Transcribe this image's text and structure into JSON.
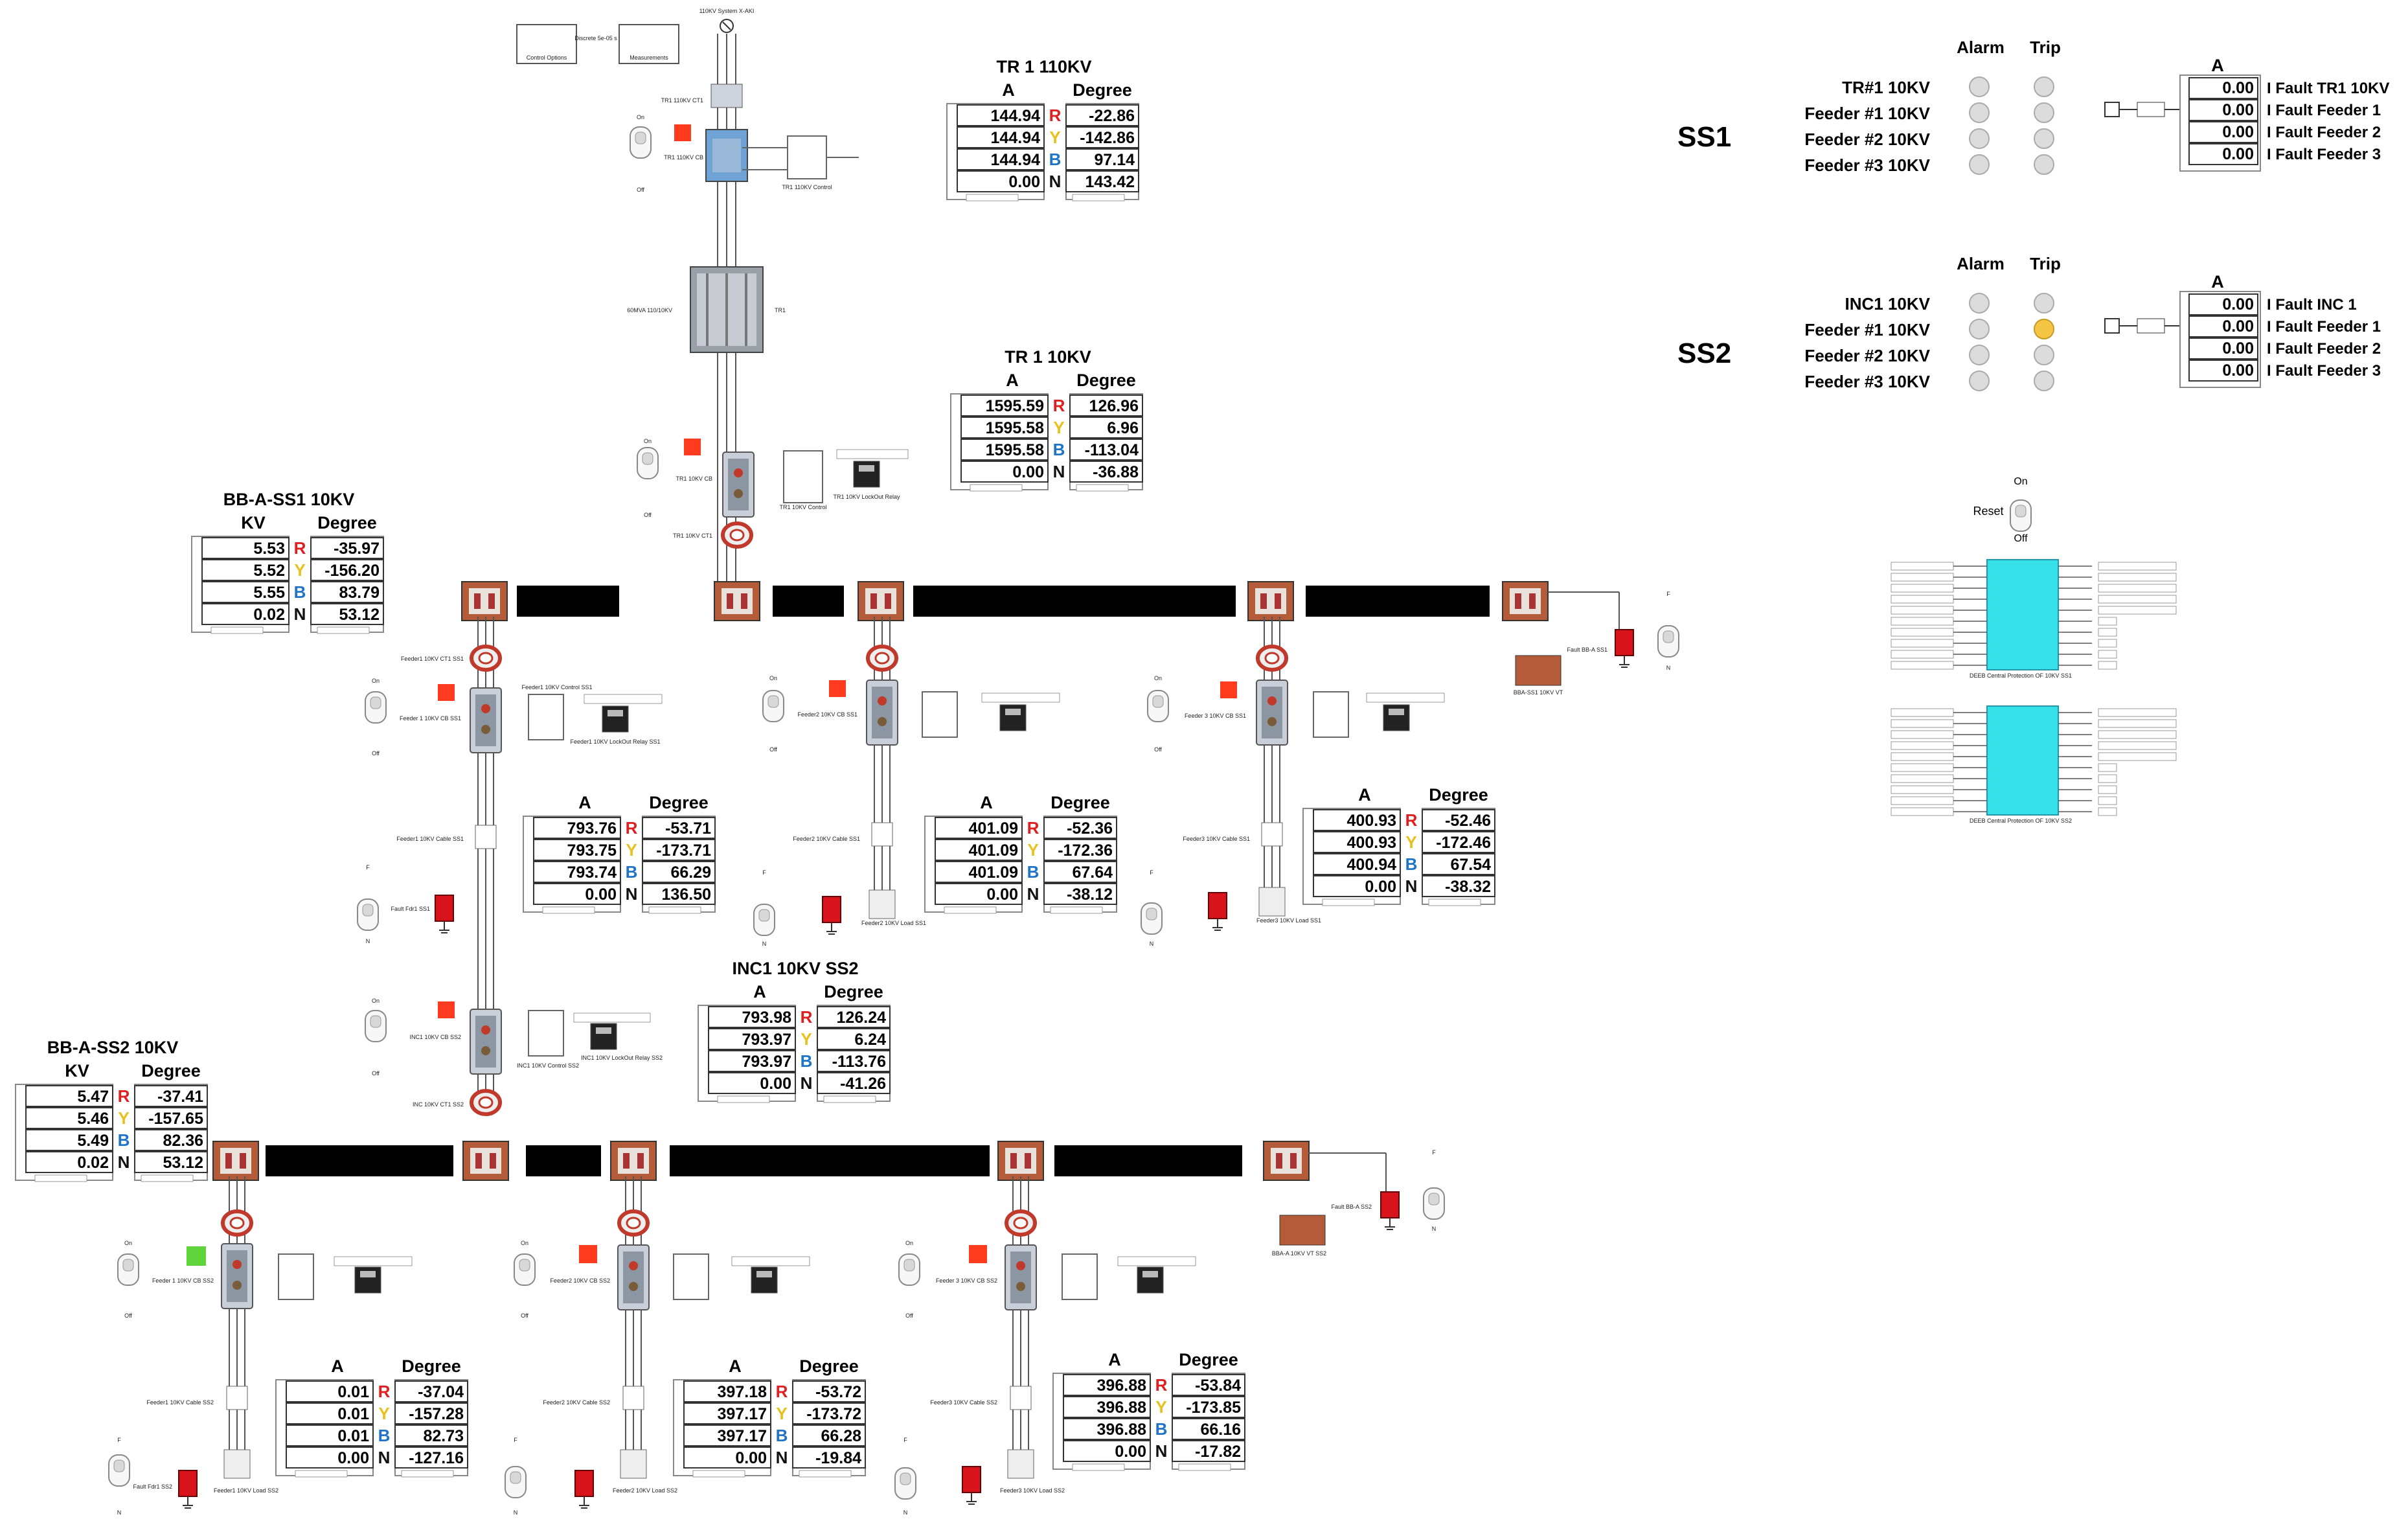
{
  "top": {
    "source_label": "110KV System X-AKI",
    "btn_control": "Control Options",
    "btn_meas": "Measurements",
    "discrete": "Discrete 5e-05 s"
  },
  "phases": [
    "R",
    "Y",
    "B",
    "N"
  ],
  "phase_colors": {
    "R": "#e02020",
    "Y": "#e8c21a",
    "B": "#1f74c9",
    "N": "#111111"
  },
  "meters": [
    {
      "id": "tr1-110kv",
      "title": "TR 1 110KV",
      "unit": "A",
      "deg": "Degree",
      "mag": [
        "144.94",
        "144.94",
        "144.94",
        "0.00"
      ],
      "ang": [
        "-22.86",
        "-142.86",
        "97.14",
        "143.42"
      ]
    },
    {
      "id": "tr1-10kv",
      "title": "TR 1 10KV",
      "unit": "A",
      "deg": "Degree",
      "mag": [
        "1595.59",
        "1595.58",
        "1595.58",
        "0.00"
      ],
      "ang": [
        "126.96",
        "6.96",
        "-113.04",
        "-36.88"
      ]
    },
    {
      "id": "bb-a-ss1",
      "title": "BB-A-SS1 10KV",
      "unit": "KV",
      "deg": "Degree",
      "mag": [
        "5.53",
        "5.52",
        "5.55",
        "0.02"
      ],
      "ang": [
        "-35.97",
        "-156.20",
        "83.79",
        "53.12"
      ]
    },
    {
      "id": "f1-ss1",
      "title": "",
      "unit": "A",
      "deg": "Degree",
      "mag": [
        "793.76",
        "793.75",
        "793.74",
        "0.00"
      ],
      "ang": [
        "-53.71",
        "-173.71",
        "66.29",
        "136.50"
      ]
    },
    {
      "id": "f2-ss1",
      "title": "",
      "unit": "A",
      "deg": "Degree",
      "mag": [
        "401.09",
        "401.09",
        "401.09",
        "0.00"
      ],
      "ang": [
        "-52.36",
        "-172.36",
        "67.64",
        "-38.12"
      ]
    },
    {
      "id": "f3-ss1",
      "title": "",
      "unit": "A",
      "deg": "Degree",
      "mag": [
        "400.93",
        "400.93",
        "400.94",
        "0.00"
      ],
      "ang": [
        "-52.46",
        "-172.46",
        "67.54",
        "-38.32"
      ]
    },
    {
      "id": "inc1-ss2",
      "title": "INC1 10KV SS2",
      "unit": "A",
      "deg": "Degree",
      "mag": [
        "793.98",
        "793.97",
        "793.97",
        "0.00"
      ],
      "ang": [
        "126.24",
        "6.24",
        "-113.76",
        "-41.26"
      ]
    },
    {
      "id": "bb-a-ss2",
      "title": "BB-A-SS2 10KV",
      "unit": "KV",
      "deg": "Degree",
      "mag": [
        "5.47",
        "5.46",
        "5.49",
        "0.02"
      ],
      "ang": [
        "-37.41",
        "-157.65",
        "82.36",
        "53.12"
      ]
    },
    {
      "id": "f1-ss2",
      "title": "",
      "unit": "A",
      "deg": "Degree",
      "mag": [
        "0.01",
        "0.01",
        "0.01",
        "0.00"
      ],
      "ang": [
        "-37.04",
        "-157.28",
        "82.73",
        "-127.16"
      ]
    },
    {
      "id": "f2-ss2",
      "title": "",
      "unit": "A",
      "deg": "Degree",
      "mag": [
        "397.18",
        "397.17",
        "397.17",
        "0.00"
      ],
      "ang": [
        "-53.72",
        "-173.72",
        "66.28",
        "-19.84"
      ]
    },
    {
      "id": "f3-ss2",
      "title": "",
      "unit": "A",
      "deg": "Degree",
      "mag": [
        "396.88",
        "396.88",
        "396.88",
        "0.00"
      ],
      "ang": [
        "-53.84",
        "-173.85",
        "66.16",
        "-17.82"
      ]
    }
  ],
  "status": {
    "alarm": "Alarm",
    "trip": "Trip",
    "ss1": {
      "name": "SS1",
      "rows": [
        "TR#1 10KV",
        "Feeder #1 10KV",
        "Feeder #2 10KV",
        "Feeder #3 10KV"
      ],
      "trip_lamps": [
        "off",
        "off",
        "off",
        "off"
      ],
      "fault_unit": "A",
      "fault_vals": [
        "0.00",
        "0.00",
        "0.00",
        "0.00"
      ],
      "fault_labels": [
        "I Fault TR1 10KV",
        "I Fault Feeder 1",
        "I Fault Feeder 2",
        "I Fault Feeder 3"
      ]
    },
    "ss2": {
      "name": "SS2",
      "rows": [
        "INC1 10KV",
        "Feeder #1 10KV",
        "Feeder #2 10KV",
        "Feeder #3 10KV"
      ],
      "trip_lamps": [
        "off",
        "on",
        "off",
        "off"
      ],
      "fault_unit": "A",
      "fault_vals": [
        "0.00",
        "0.00",
        "0.00",
        "0.00"
      ],
      "fault_labels": [
        "I Fault INC 1",
        "I Fault Feeder 1",
        "I Fault Feeder 2",
        "I Fault Feeder 3"
      ]
    }
  },
  "reset": {
    "on": "On",
    "label": "Reset",
    "off": "Off"
  },
  "switch_labels": {
    "on": "On",
    "off": "Off",
    "f": "F",
    "n": "N"
  },
  "small_labels": {
    "tr1_110_ct1": "TR1 110KV CT1",
    "tr1_110_cb": "TR1 110KV CB",
    "tr1_110_control": "TR1 110KV Control",
    "tr1": "TR1",
    "tr1_rating": "60MVA 110/10KV",
    "tr1_10_cb": "TR1 10KV CB",
    "tr1_10_control": "TR1 10KV Control",
    "tr1_lockout": "TR1 10KV LockOut Relay",
    "tr1_10_ct1": "TR1 10KV CT1",
    "f1_ct1_ss1": "Feeder1 10KV CT1 SS1",
    "f1_control_ss1": "Feeder1 10KV Control SS1",
    "f1_cb_ss1": "Feeder 1 10KV CB SS1",
    "f1_lockout_ss1": "Feeder1 10KV LockOut Relay SS1",
    "f1_cable_ss1": "Feeder1 10KV Cable SS1",
    "fault_f1_ss1": "Fault Fdr1 SS1",
    "f2_cb_ss1": "Feeder2 10KV CB SS1",
    "f2_cable_ss1": "Feeder2 10KV Cable SS1",
    "f2_load_ss1": "Feeder2 10KV Load SS1",
    "f3_cb_ss1": "Feeder 3 10KV CB SS1",
    "f3_cable_ss1": "Feeder3 10KV Cable SS1",
    "f3_load_ss1": "Feeder3 10KV Load SS1",
    "fault_bb_ss1": "Fault BB-A SS1",
    "bb_ss1_vt": "BBA-SS1 10KV VT",
    "inc1_cb_ss2": "INC1 10KV CB SS2",
    "inc1_control_ss2": "INC1 10KV Control SS2",
    "inc1_lockout_ss2": "INC1 10KV LockOut Relay SS2",
    "inc1_ct1_ss2": "INC 10KV CT1 SS2",
    "f1_cb_ss2": "Feeder 1 10KV CB SS2",
    "f1_cable_ss2": "Feeder1 10KV Cable SS2",
    "f1_load_ss2": "Feeder1 10KV Load SS2",
    "fault_f1_ss2": "Fault Fdr1 SS2",
    "f2_cb_ss2": "Feeder2 10KV CB SS2",
    "f2_cable_ss2": "Feeder2 10KV Cable SS2",
    "f2_load_ss2": "Feeder2 10KV Load SS2",
    "f3_cb_ss2": "Feeder 3 10KV CB SS2",
    "f3_cable_ss2": "Feeder3 10KV Cable SS2",
    "f3_load_ss2": "Feeder3 10KV Load SS2",
    "fault_bb_ss2": "Fault BB-A SS2",
    "bb_ss2_vt": "BBA-A 10KV VT SS2",
    "ss1_protection": "DEEB Central Protection OF 10KV SS1",
    "ss2_protection": "DEEB Central Protection OF 10KV SS2"
  },
  "colors": {
    "cb_red": "#ff3b1f",
    "cb_green": "#5fd33a",
    "lamp_off": "#dcdcdc",
    "lamp_on": "#f3c542",
    "busbar": "#000000",
    "protection": "#36e0e8",
    "fault_red": "#d8131b"
  }
}
